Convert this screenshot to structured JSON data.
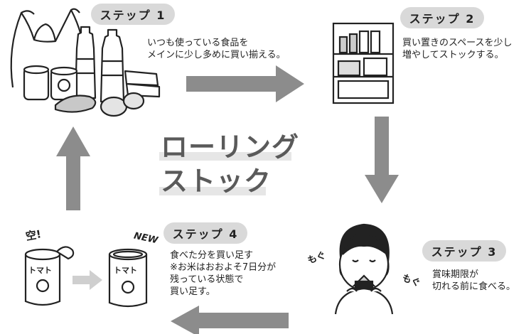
{
  "title": {
    "line1": "ローリング",
    "line2": "ストック"
  },
  "steps": [
    {
      "badge": "ステップ 1",
      "lines": [
        "いつも使っている食品を",
        "メインに少し多めに買い揃える。"
      ]
    },
    {
      "badge": "ステップ 2",
      "lines": [
        "買い置きのスペースを少し",
        "増やしてストックする。"
      ]
    },
    {
      "badge": "ステップ 3",
      "lines": [
        "賞味期限が",
        "切れる前に食べる。"
      ]
    },
    {
      "badge": "ステップ 4",
      "lines": [
        "食べた分を買い足す",
        "※お米はおおよそ7日分が",
        "残っている状態で",
        "買い足す。"
      ]
    }
  ],
  "labels": {
    "empty": "空!",
    "new": "NEW",
    "can_label_old": "トマト",
    "can_label_new": "トマト",
    "mogu_left": "もぐ",
    "mogu_right": "もぐ"
  },
  "colors": {
    "arrow": "#8c8c8c",
    "badge": "#d9d9d9",
    "ink": "#222222"
  }
}
